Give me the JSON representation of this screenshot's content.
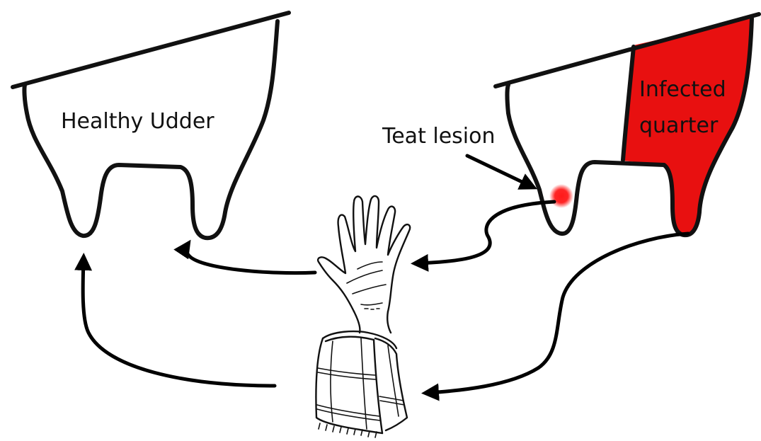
{
  "labels": {
    "healthy": "Healthy Udder",
    "lesion": "Teat lesion",
    "infected_line1": "Infected",
    "infected_line2": "quarter"
  },
  "colors": {
    "infection": "#e81010",
    "lesion_spot": "#ff1a1a",
    "ink": "#111111"
  },
  "icons": {
    "hand": "hand-icon",
    "towel": "towel-icon"
  }
}
